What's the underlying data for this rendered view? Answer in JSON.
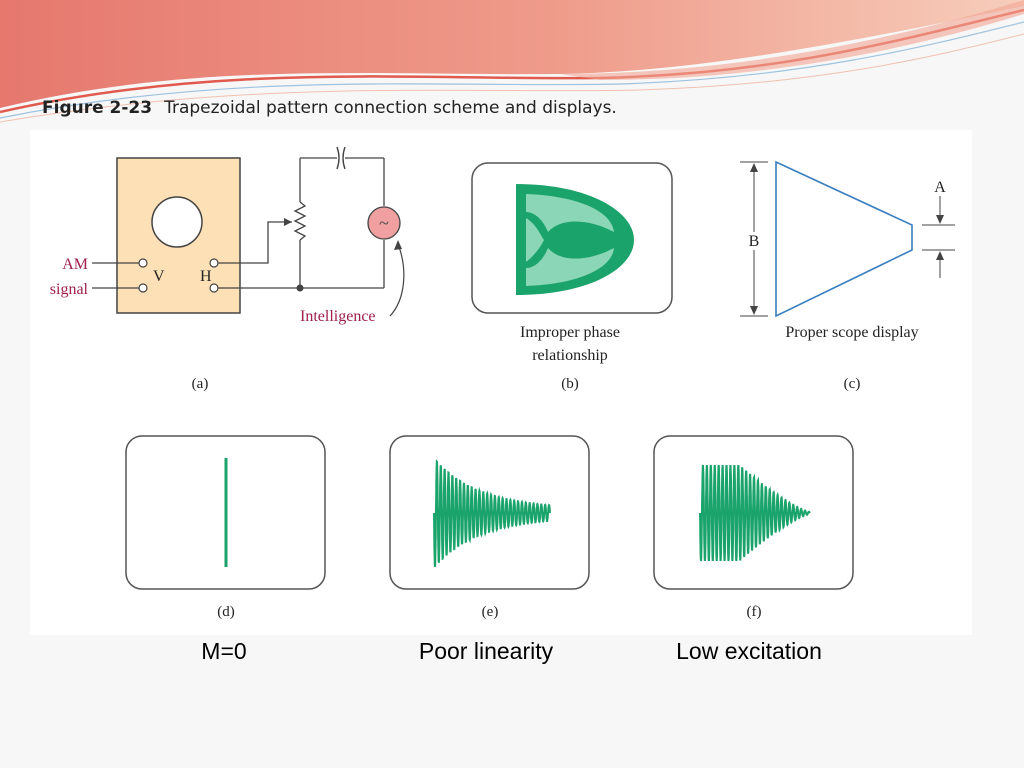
{
  "caption": {
    "figure_number": "Figure 2-23",
    "text": "Trapezoidal pattern connection scheme and displays."
  },
  "panel_a": {
    "input_label_line1": "AM",
    "input_label_line2": "signal",
    "terminal_v": "V",
    "terminal_h": "H",
    "source_symbol": "~",
    "source_label": "Intelligence",
    "panel_label": "(a)"
  },
  "panel_b": {
    "caption_line1": "Improper phase",
    "caption_line2": "relationship",
    "panel_label": "(b)"
  },
  "panel_c": {
    "dim_b": "B",
    "dim_a": "A",
    "caption": "Proper scope display",
    "panel_label": "(c)"
  },
  "panel_d": {
    "panel_label": "(d)"
  },
  "panel_e": {
    "panel_label": "(e)"
  },
  "panel_f": {
    "panel_label": "(f)"
  },
  "subtitles": {
    "d": "M=0",
    "e": "Poor linearity",
    "f": "Low excitation"
  },
  "colors": {
    "trace_green": "#1aa36a",
    "scope_face": "#fde0b5",
    "source_fill": "#f0a0a0",
    "label_maroon": "#a0204a",
    "trapezoid_line": "#3a7fc0",
    "banner_red": "#e46a62",
    "banner_light": "#f4b7a4"
  }
}
